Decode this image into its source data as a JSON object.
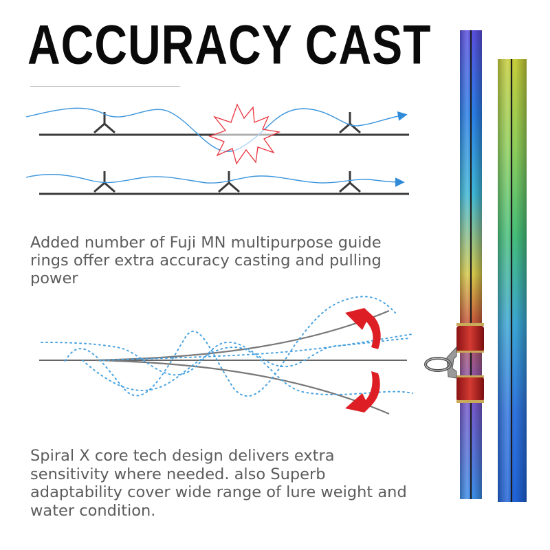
{
  "heading": {
    "title": "ACCURACY CAST"
  },
  "sections": [
    {
      "caption": "Added number of Fuji MN multipurpose guide rings offer extra accuracy casting and pulling power"
    },
    {
      "caption": "Spiral X core tech design delivers extra sensitivity where needed. also Superb adaptability cover wide range of lure weight and water condition."
    }
  ],
  "colors": {
    "line_blue": "#3b95dc",
    "burst_red": "#e8323c",
    "arrow_red": "#dd1f25",
    "rod_line": "#3a3a3a",
    "text_gray": "#5c5c5c"
  },
  "icons": [
    "guide-ring-icon",
    "collision-burst-icon",
    "flex-arrow-icon",
    "guide-ring-icon"
  ]
}
